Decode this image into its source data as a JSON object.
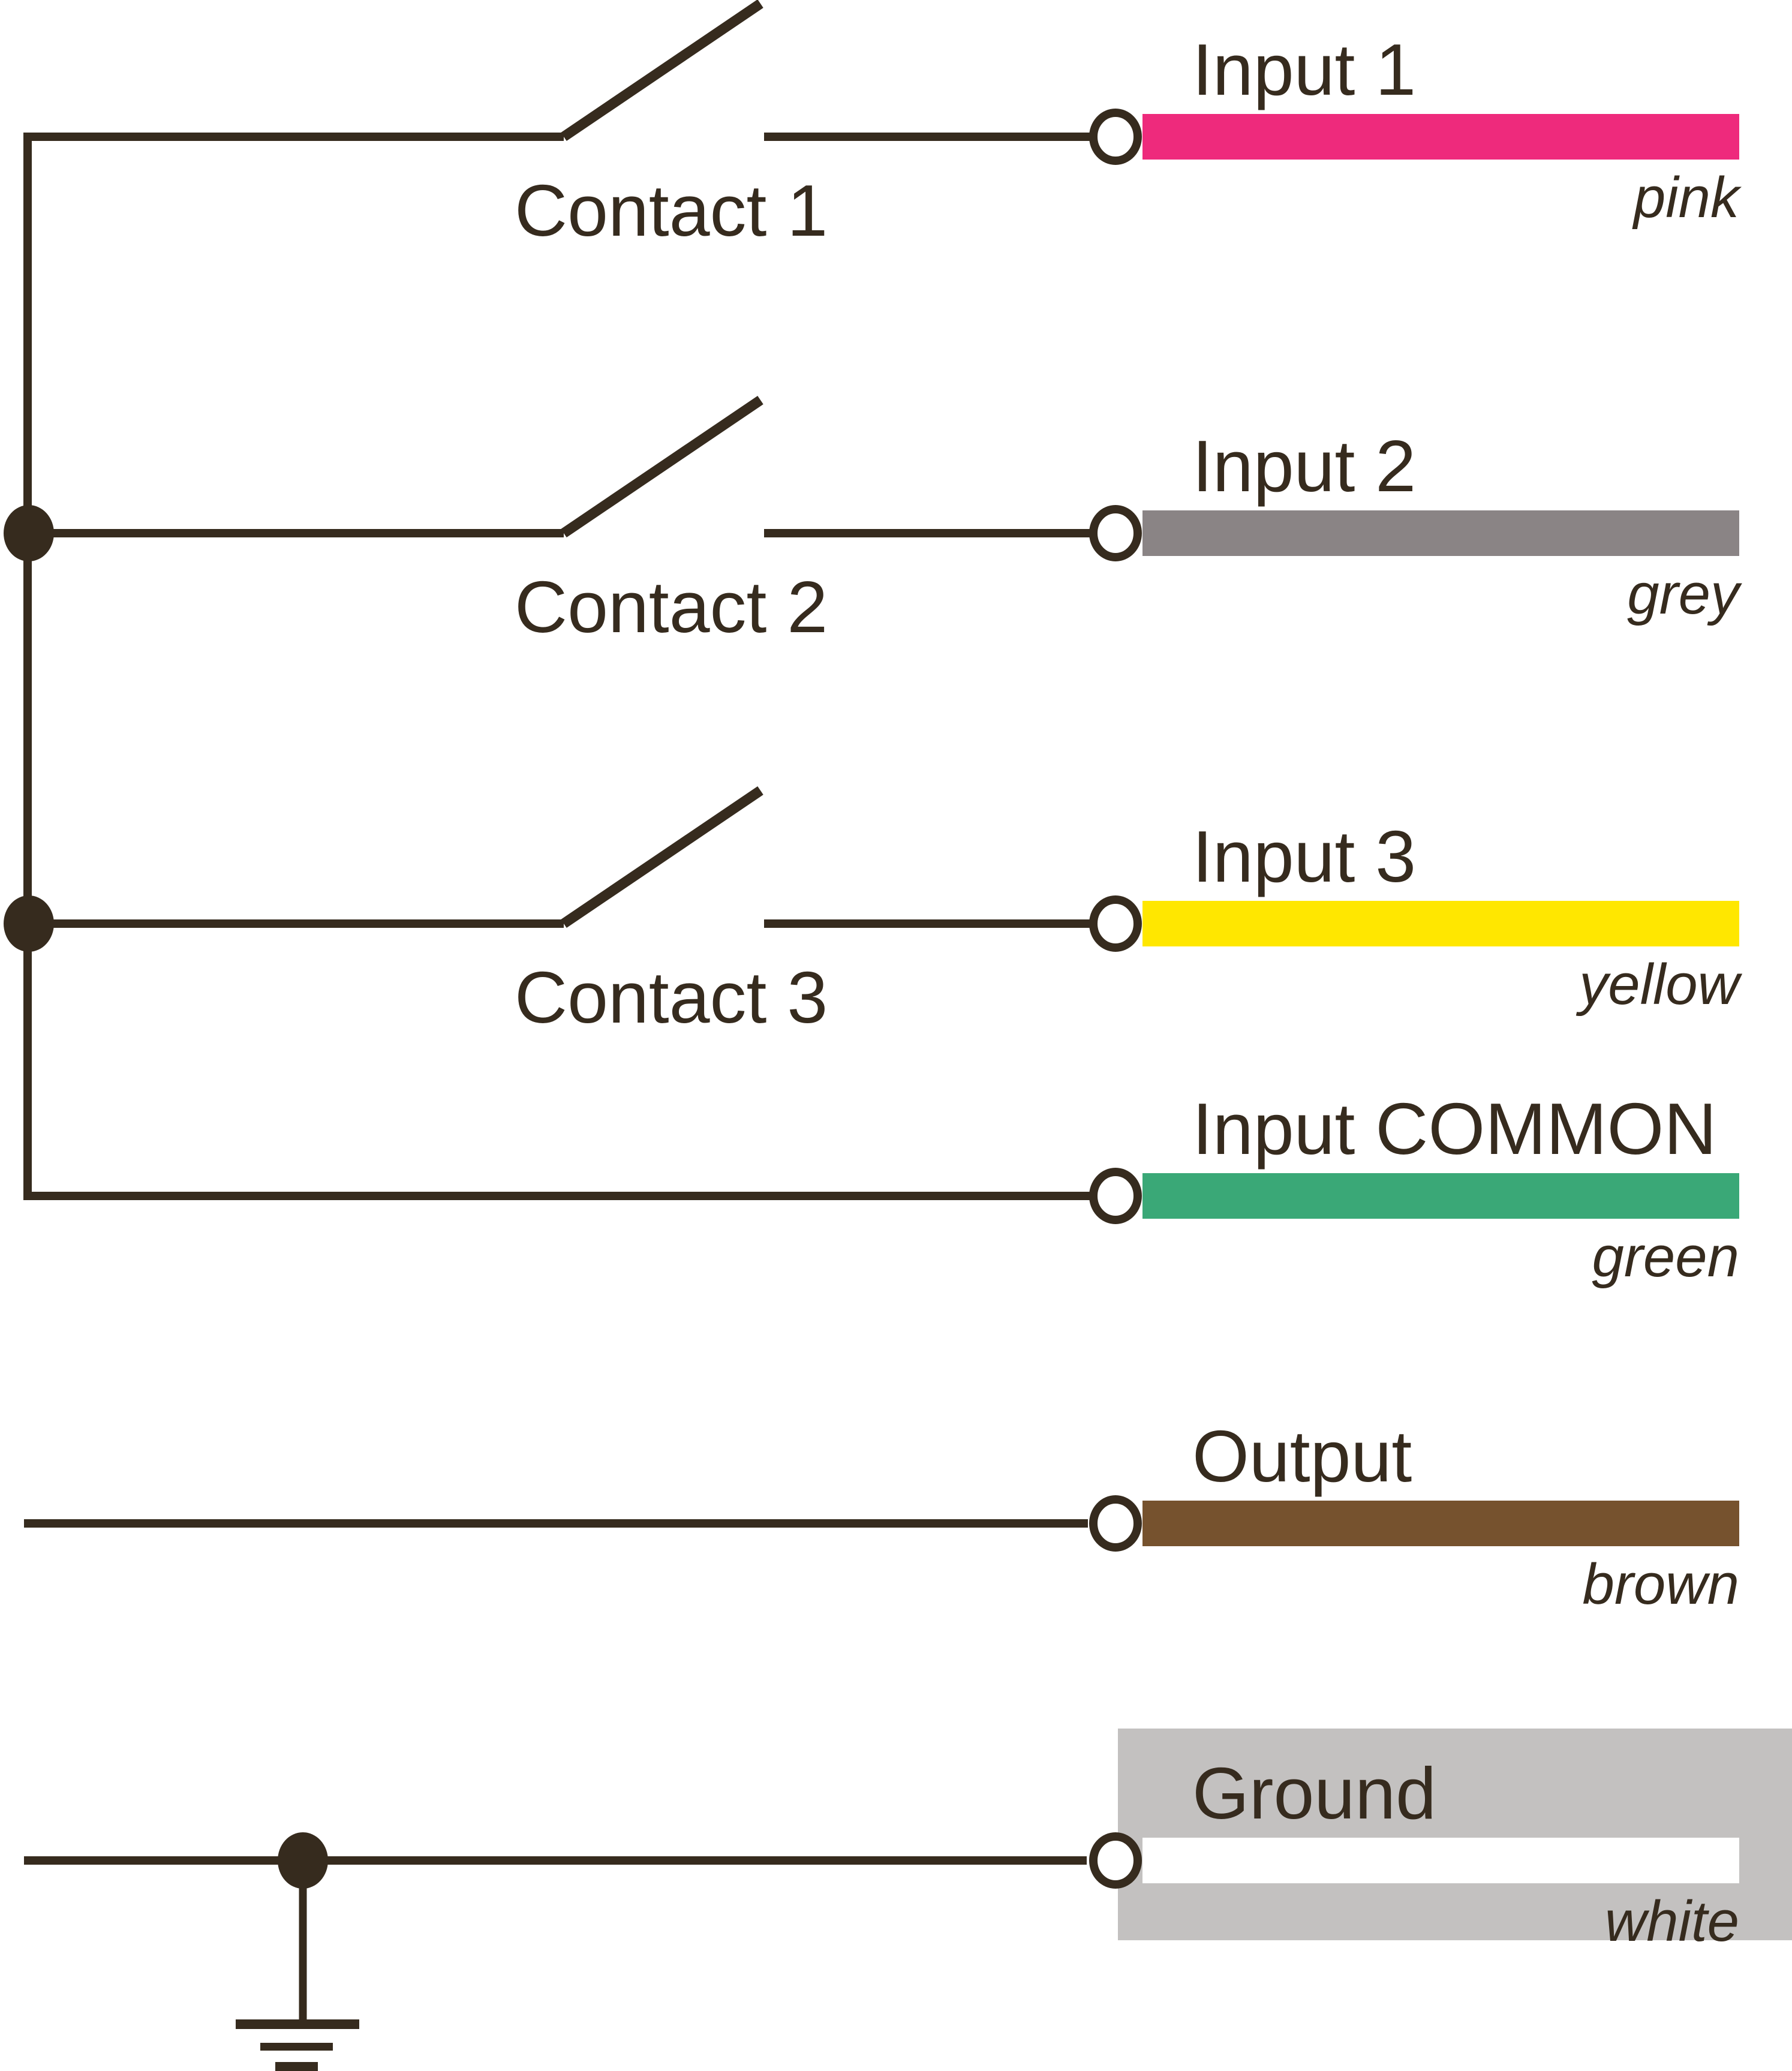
{
  "diagram": {
    "line_color": "#362b1e",
    "ground_box_color": "#c3c1c0",
    "contacts": [
      {
        "label": "Contact 1"
      },
      {
        "label": "Contact 2"
      },
      {
        "label": "Contact 3"
      }
    ],
    "terminals": [
      {
        "label": "Input 1",
        "color_name": "pink",
        "color": "#ee2a7c"
      },
      {
        "label": "Input 2",
        "color_name": "grey",
        "color": "#8a8485"
      },
      {
        "label": "Input 3",
        "color_name": "yellow",
        "color": "#ffe700"
      },
      {
        "label": "Input COMMON",
        "color_name": "green",
        "color": "#3aa877"
      },
      {
        "label": "Output",
        "color_name": "brown",
        "color": "#76522e"
      },
      {
        "label": "Ground",
        "color_name": "white",
        "color": "#ffffff"
      }
    ]
  }
}
